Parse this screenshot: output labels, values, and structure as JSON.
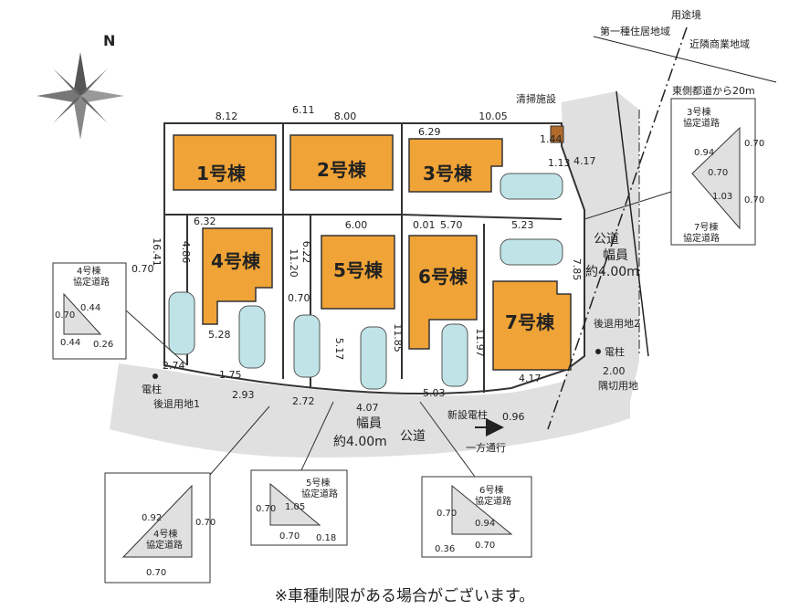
{
  "colors": {
    "building": "#F0A336",
    "road": "#E0E0E0",
    "lot_line": "#333333",
    "compass": "#555555",
    "facility": "#B06A2C"
  },
  "buildings": [
    {
      "label": "1号棟"
    },
    {
      "label": "2号棟"
    },
    {
      "label": "3号棟"
    },
    {
      "label": "4号棟"
    },
    {
      "label": "5号棟"
    },
    {
      "label": "6号棟"
    },
    {
      "label": "7号棟"
    }
  ],
  "dimensions": {
    "d1": "8.12",
    "d2": "6.11",
    "d3": "8.00",
    "d4": "10.05",
    "d5": "6.29",
    "d6": "1.44",
    "d7": "1.13",
    "d8": "4.17",
    "d9": "16.41",
    "d10": "6.32",
    "d11": "4.86",
    "d12": "11.20",
    "d13": "6.22",
    "d14": "6.00",
    "d15": "0.01",
    "d16": "5.70",
    "d17": "5.23",
    "d18": "7.85",
    "d19": "0.70",
    "d20": "5.28",
    "d21": "0.70",
    "d22": "5.17",
    "d23": "11.85",
    "d24": "11.97",
    "d25": "2.74",
    "d26": "1.75",
    "d27": "2.93",
    "d28": "2.72",
    "d29": "4.07",
    "d30": "5.03",
    "d31": "0.96",
    "d32": "4.17",
    "d33": "2.00"
  },
  "labels": {
    "youto": "用途境",
    "zone1": "第一種住居地域",
    "zone2": "近隣商業地域",
    "east_road": "東側都道から20m",
    "seiso": "清掃施設",
    "koudou_r": "公道",
    "haba_r1": "幅員",
    "haba_r2": "約4.00m",
    "koutai2": "後退用地2",
    "denchu_r": "電柱",
    "sumikiri": "隅切用地",
    "denchu_l": "電柱",
    "koutai1": "後退用地1",
    "haba_b1": "幅員",
    "haba_b2": "約4.00m",
    "koudou_b": "公道",
    "shinsetsu": "新設電柱",
    "ippou": "一方通行",
    "note": "※車種制限がある場合がございます。"
  },
  "insets": {
    "i3": {
      "title1": "3号棟",
      "title2": "協定道路",
      "a": "0.94",
      "b": "0.70",
      "c": "0.70",
      "d": "1.03",
      "e": "0.70",
      "t1": "7号棟",
      "t2": "協定道路"
    },
    "i4a": {
      "title1": "4号棟",
      "title2": "協定道路",
      "a": "0.44",
      "b": "0.70",
      "c": "0.44",
      "d": "0.26"
    },
    "i4b": {
      "title1": "4号棟",
      "title2": "協定道路",
      "a": "0.92",
      "b": "0.70",
      "c": "0.70"
    },
    "i5": {
      "title1": "5号棟",
      "title2": "協定道路",
      "a": "0.70",
      "b": "1.05",
      "c": "0.70",
      "d": "0.18"
    },
    "i6": {
      "title1": "6号棟",
      "title2": "協定道路",
      "a": "0.70",
      "b": "0.94",
      "c": "0.36",
      "d": "0.70"
    }
  }
}
